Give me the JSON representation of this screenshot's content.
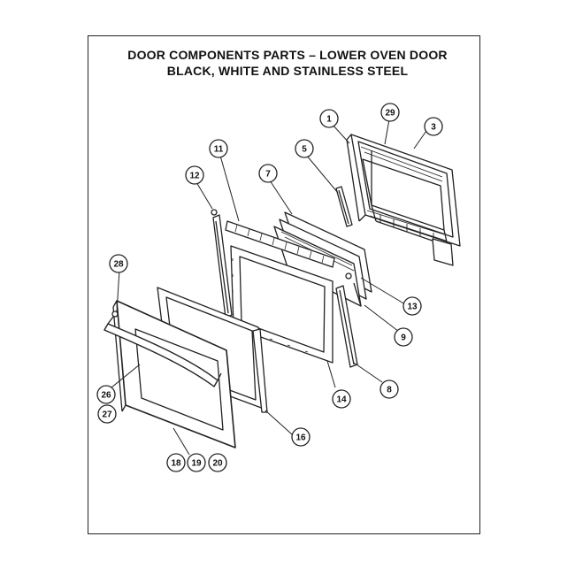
{
  "title": {
    "line1": "DOOR COMPONENTS PARTS – LOWER OVEN DOOR",
    "line2": "BLACK, WHITE AND STAINLESS STEEL"
  },
  "parts": [
    {
      "id": "1",
      "label": "1"
    },
    {
      "id": "29",
      "label": "29"
    },
    {
      "id": "3",
      "label": "3"
    },
    {
      "id": "5",
      "label": "5"
    },
    {
      "id": "11",
      "label": "11"
    },
    {
      "id": "7",
      "label": "7"
    },
    {
      "id": "12",
      "label": "12"
    },
    {
      "id": "28",
      "label": "28"
    },
    {
      "id": "13",
      "label": "13"
    },
    {
      "id": "9",
      "label": "9"
    },
    {
      "id": "14",
      "label": "14"
    },
    {
      "id": "8",
      "label": "8"
    },
    {
      "id": "26",
      "label": "26"
    },
    {
      "id": "27",
      "label": "27"
    },
    {
      "id": "16",
      "label": "16"
    },
    {
      "id": "18",
      "label": "18"
    },
    {
      "id": "19",
      "label": "19"
    },
    {
      "id": "20",
      "label": "20"
    }
  ]
}
